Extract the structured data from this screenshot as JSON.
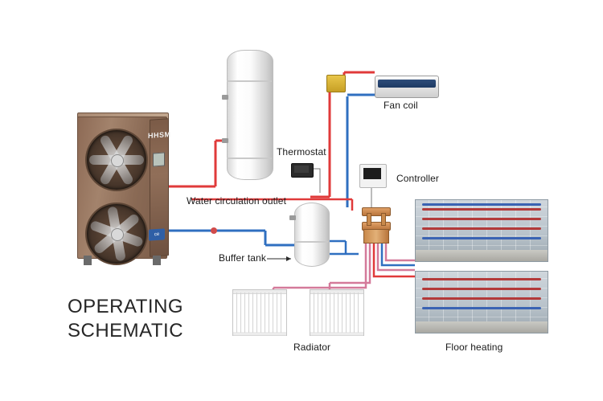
{
  "title": {
    "line1": "OPERATING",
    "line2": "SCHEMATIC",
    "full": "OPERATING\nSCHEMATIC"
  },
  "labels": {
    "fan_coil": "Fan coil",
    "thermostat": "Thermostat",
    "controller": "Controller",
    "water_circulation_outlet": "Water circulation outlet",
    "buffer_tank": "Buffer tank",
    "radiator": "Radiator",
    "floor_heating": "Floor heating"
  },
  "equipment": {
    "heat_pump": {
      "brand": "HHSM",
      "badge": "ce"
    },
    "water_tank": {
      "name": "water-tank"
    },
    "buffer_tank": {
      "name": "buffer-tank"
    },
    "fan_coil": {
      "name": "fan-coil-unit"
    },
    "manifold": {
      "name": "copper-manifold"
    },
    "radiator_left": {
      "name": "radiator-panel-left"
    },
    "radiator_right": {
      "name": "radiator-panel-right"
    },
    "floor_heating_top": {
      "name": "floor-heating-photo-top"
    },
    "floor_heating_bottom": {
      "name": "floor-heating-photo-bottom"
    }
  },
  "colors": {
    "hot_pipe": "#e03a3a",
    "cold_pipe": "#2f6fc0",
    "pink_pipe": "#d47a9a",
    "copper": "#c98a4c",
    "background": "#ffffff",
    "title_text": "#262626",
    "label_text": "#1a1a1a"
  },
  "pipes": [
    {
      "name": "heat-pump-to-tank-supply",
      "color": "#e03a3a"
    },
    {
      "name": "heat-pump-return",
      "color": "#2f6fc0"
    },
    {
      "name": "tank-to-fan-coil-supply",
      "color": "#e03a3a"
    },
    {
      "name": "fan-coil-return",
      "color": "#2f6fc0"
    },
    {
      "name": "manifold-to-floor-heating",
      "color": "#d47a9a"
    },
    {
      "name": "manifold-to-radiator",
      "color": "#d47a9a"
    }
  ]
}
